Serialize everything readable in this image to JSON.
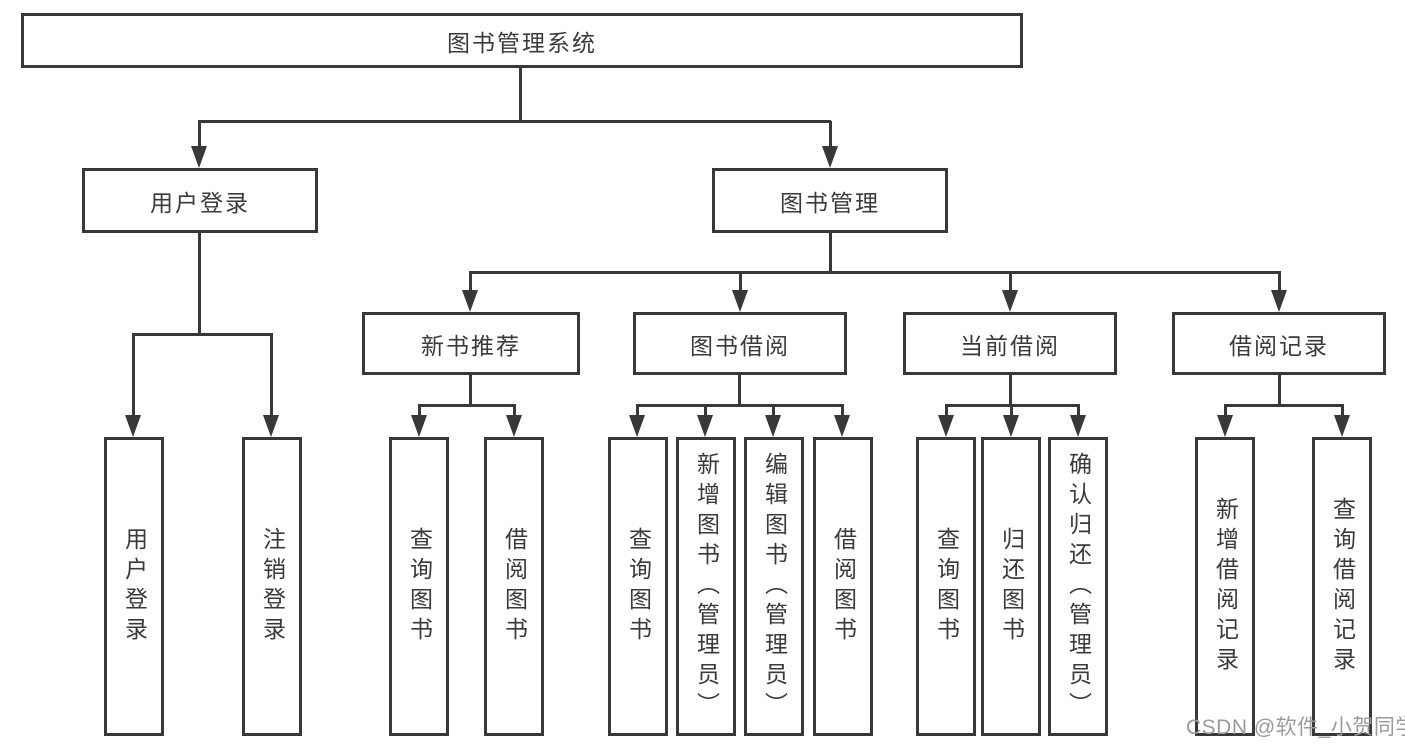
{
  "tree": {
    "root": {
      "label": "图书管理系统"
    },
    "children": [
      {
        "label": "用户登录",
        "children": [
          {
            "label": "用户登录"
          },
          {
            "label": "注销登录"
          }
        ]
      },
      {
        "label": "图书管理",
        "children": [
          {
            "label": "新书推荐",
            "children": [
              {
                "label": "查询图书"
              },
              {
                "label": "借阅图书"
              }
            ]
          },
          {
            "label": "图书借阅",
            "children": [
              {
                "label": "查询图书"
              },
              {
                "label": "新增图书（管理员）"
              },
              {
                "label": "编辑图书（管理员）"
              },
              {
                "label": "借阅图书"
              }
            ]
          },
          {
            "label": "当前借阅",
            "children": [
              {
                "label": "查询图书"
              },
              {
                "label": "归还图书"
              },
              {
                "label": "确认归还（管理员）"
              }
            ]
          },
          {
            "label": "借阅记录",
            "children": [
              {
                "label": "新增借阅记录"
              },
              {
                "label": "查询借阅记录"
              }
            ]
          }
        ]
      }
    ]
  },
  "watermark": {
    "text": "CSDN @软件_小贺同学"
  },
  "colors": {
    "line": "#383838",
    "text": "#3a3a3a",
    "watermark": "#9b9b9b",
    "background": "#ffffff"
  }
}
